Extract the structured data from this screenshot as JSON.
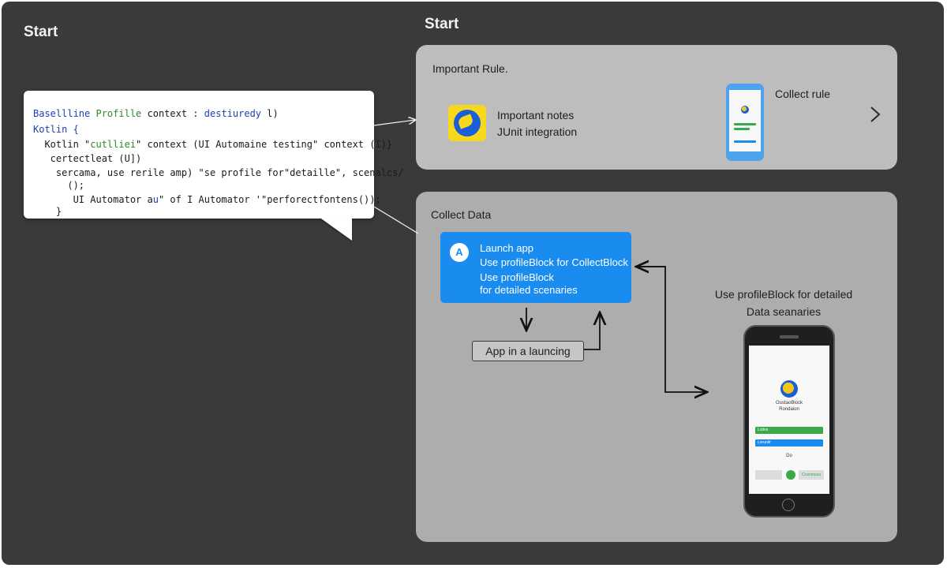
{
  "titles": {
    "left": "Start",
    "center": "Start"
  },
  "code": {
    "lines": [
      {
        "a": "Basellline ",
        "b": "Profille",
        "c": " context : ",
        "d": "destiuredy",
        "e": " l)"
      },
      {
        "a": "Kotlin {"
      },
      {
        "a": "  Kotlin \"",
        "b": "cutlliei",
        "c": "\" context (UI Automaine testing\" context (I)}"
      },
      {
        "a": "   certectleat (U])"
      },
      {
        "a": "    sercama, use rerile amp) \"se profile for\"detaille\", scenalcs/"
      },
      {
        "a": "      ();"
      },
      {
        "a": "       UI Automator a",
        "b": "u",
        "c": "\" of I Automator '\"perforectfontens());"
      },
      {
        "a": "    }"
      }
    ]
  },
  "top_panel": {
    "label": "Important Rule.",
    "notes_title": "Important notes",
    "notes_subtitle": "JUnit integration",
    "collect_rule": "Collect rule"
  },
  "bottom_panel": {
    "label": "Collect Data",
    "card": {
      "badge": "A",
      "lines": [
        "Launch app",
        "Use profileBlock for CollectBlock",
        "Use profileBlock",
        "for detailed scenaries"
      ]
    },
    "launch_box": "App in a launcing",
    "right_caption": [
      "Use profileBlock for detailed",
      "Data seanaries"
    ],
    "phone": {
      "caption_1": "OustaoBlock",
      "caption_2": "Rondaion",
      "bar_1": "Lotiva",
      "bar_2": "Lorunitr",
      "text_mid": "Do",
      "pill": "Cosomcea"
    }
  },
  "colors": {
    "background": "#3a3a3a",
    "panel": "#b4b4b4",
    "accent_blue": "#1a8cf0",
    "code_keyword": "#1f3fb4",
    "code_green": "#2a8a2a"
  }
}
